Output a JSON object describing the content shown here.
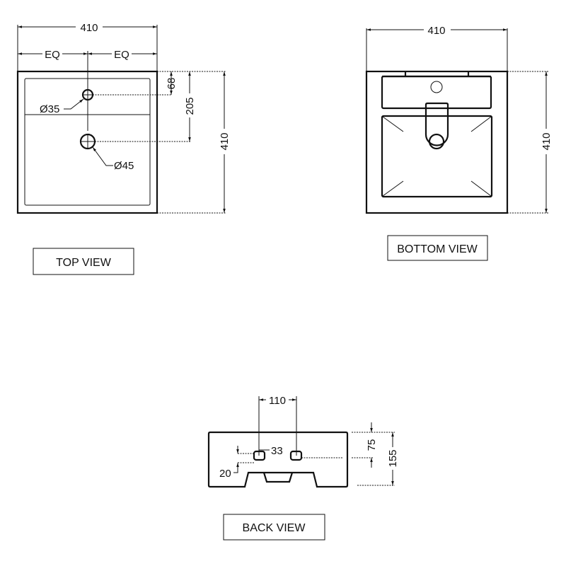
{
  "top_view": {
    "label": "TOP VIEW",
    "width_dim": "410",
    "eq_left": "EQ",
    "eq_right": "EQ",
    "dim_68": "68",
    "dim_205": "205",
    "height_dim": "410",
    "tap_hole": "Ø35",
    "waste_hole": "Ø45"
  },
  "bottom_view": {
    "label": "BOTTOM VIEW",
    "width_dim": "410",
    "height_dim": "410"
  },
  "back_view": {
    "label": "BACK VIEW",
    "spacing_dim": "110",
    "slot_width_dim": "33",
    "slot_height_dim": "20",
    "slot_height_from_top": "75",
    "height_dim": "155"
  },
  "colors": {
    "line": "#111111",
    "background": "#ffffff"
  }
}
